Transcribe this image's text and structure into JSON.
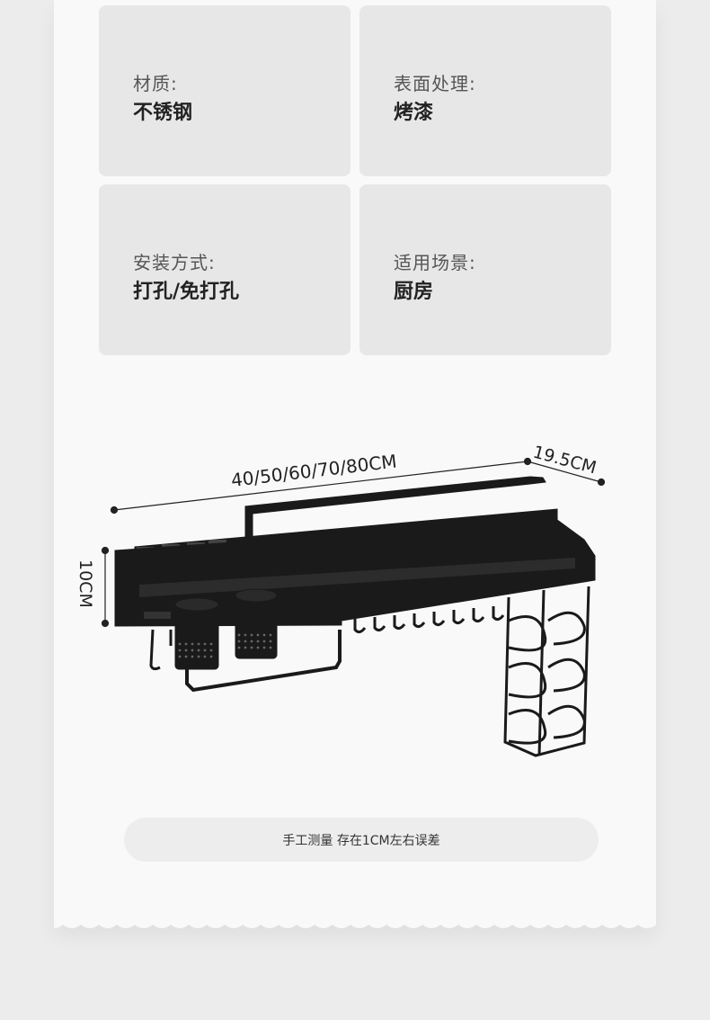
{
  "specs": [
    {
      "label": "材质:",
      "value": "不锈钢"
    },
    {
      "label": "表面处理:",
      "value": "烤漆"
    },
    {
      "label": "安装方式:",
      "value": "打孔/免打孔"
    },
    {
      "label": "适用场景:",
      "value": "厨房"
    }
  ],
  "dimensions": {
    "length": "40/50/60/70/80CM",
    "depth": "19.5CM",
    "height": "10CM"
  },
  "note": "手工测量 存在1CM左右误差",
  "colors": {
    "card": "#e7e7e7",
    "sheet": "#f9f9f9",
    "product": "#1a1a1a"
  }
}
